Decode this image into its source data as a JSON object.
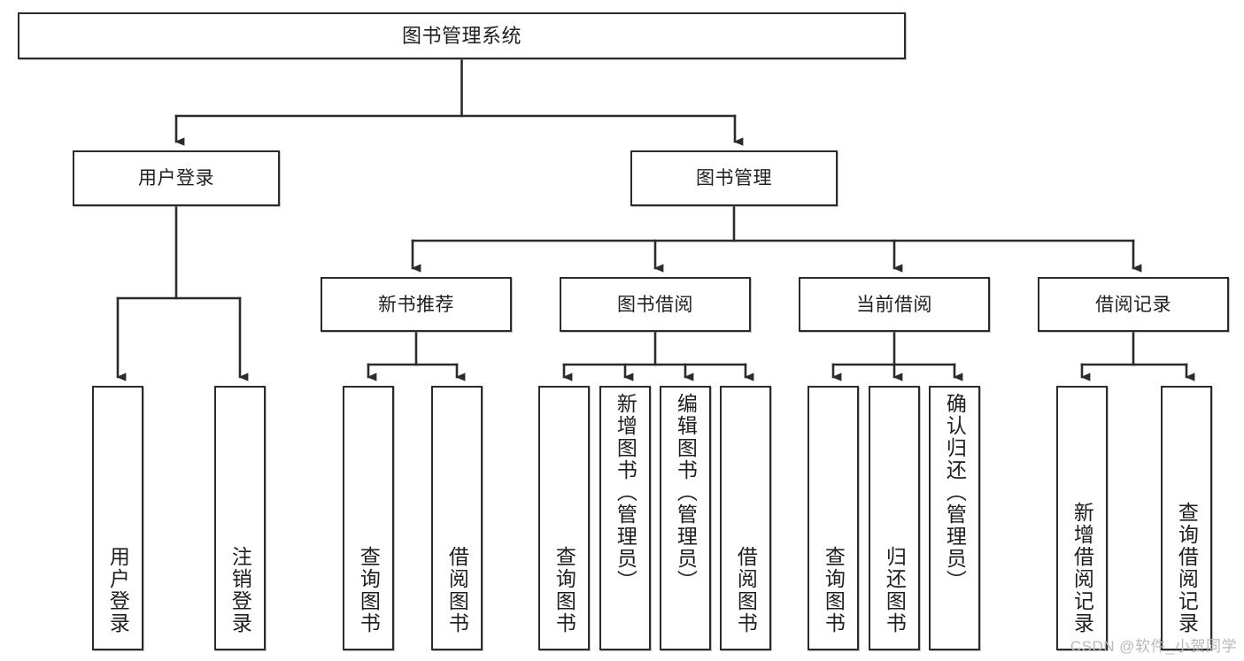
{
  "diagram": {
    "title": "图书管理系统",
    "type": "tree-hierarchy",
    "root": {
      "label": "图书管理系统"
    },
    "level2": [
      {
        "label": "用户登录"
      },
      {
        "label": "图书管理"
      }
    ],
    "level3": [
      {
        "label": "新书推荐"
      },
      {
        "label": "图书借阅"
      },
      {
        "label": "当前借阅"
      },
      {
        "label": "借阅记录"
      }
    ],
    "leaves": {
      "user_login": [
        {
          "label": "用户登录"
        },
        {
          "label": "注销登录"
        }
      ],
      "new_book_recommend": [
        {
          "label": "查询图书"
        },
        {
          "label": "借阅图书"
        }
      ],
      "book_borrow": [
        {
          "label": "查询图书"
        },
        {
          "label": "新增图书（管理员）"
        },
        {
          "label": "编辑图书（管理员）"
        },
        {
          "label": "借阅图书"
        }
      ],
      "current_borrow": [
        {
          "label": "查询图书"
        },
        {
          "label": "归还图书"
        },
        {
          "label": "确认归还（管理员）"
        }
      ],
      "borrow_record": [
        {
          "label": "新增借阅记录"
        },
        {
          "label": "查询借阅记录"
        }
      ]
    }
  },
  "watermark": {
    "text": "CSDN @软件_小贺同学"
  },
  "colors": {
    "border": "#2b2b2b",
    "text": "#1e1e1e",
    "background": "#ffffff",
    "watermark": "#b9b9b9"
  }
}
